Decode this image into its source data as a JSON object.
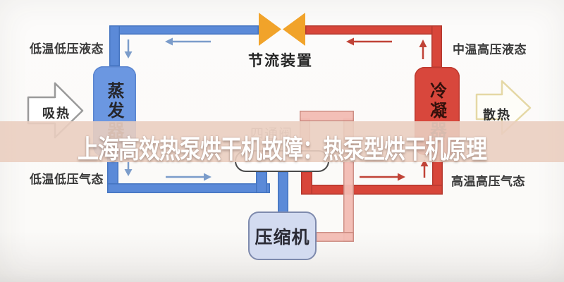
{
  "title_overlay": {
    "text": "上海高效热泵烘干机故障：热泵型烘干机原理",
    "band_color": "#eace c0",
    "band_color_hex": "#eacec0",
    "text_color": "#ffffff"
  },
  "diagram": {
    "throttle_device": {
      "label": "节流装置",
      "valve_color": "#f1a32a"
    },
    "evaporator": {
      "label": "蒸发器",
      "fill": "#6b97e1"
    },
    "condenser": {
      "label": "冷凝器",
      "fill": "#d8473c"
    },
    "compressor": {
      "label": "压缩机",
      "fill": "#d3dbf0"
    },
    "four_way_valve": {
      "label": "四通阀",
      "fill": "#fefefe"
    },
    "state_labels": {
      "top_left": "低温低压液态",
      "top_right": "中温高压液态",
      "bottom_left": "低温低压气态",
      "bottom_right": "高温高压气态"
    },
    "heat_flow": {
      "absorb": "吸热",
      "dissipate": "散热"
    },
    "pipe_colors": {
      "cold_line": "#5b8ad8",
      "hot_line": "#d8463a",
      "discharge_line": "#f3bcb4"
    },
    "flow_arrows": [
      {
        "location": "top-left-pipe",
        "direction": "left",
        "color": "blue"
      },
      {
        "location": "left-vertical-pipe",
        "direction": "down",
        "color": "blue"
      },
      {
        "location": "evaporator-outlet",
        "direction": "down",
        "color": "blue"
      },
      {
        "location": "bottom-left-pipe",
        "direction": "right",
        "color": "blue"
      },
      {
        "location": "top-right-pipe",
        "direction": "left",
        "color": "red"
      },
      {
        "location": "right-vertical-pipe",
        "direction": "up",
        "color": "red"
      },
      {
        "location": "bottom-right-pipe",
        "direction": "right",
        "color": "red"
      },
      {
        "location": "condenser-inlet",
        "direction": "up",
        "color": "red"
      }
    ]
  }
}
